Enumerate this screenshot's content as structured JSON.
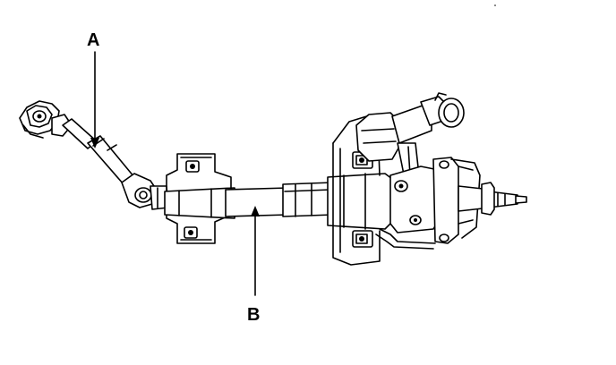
{
  "diagram": {
    "callouts": [
      {
        "id": "A",
        "label": "A"
      },
      {
        "id": "B",
        "label": "B"
      }
    ],
    "colors": {
      "ink": "#000000",
      "background": "#ffffff"
    }
  }
}
